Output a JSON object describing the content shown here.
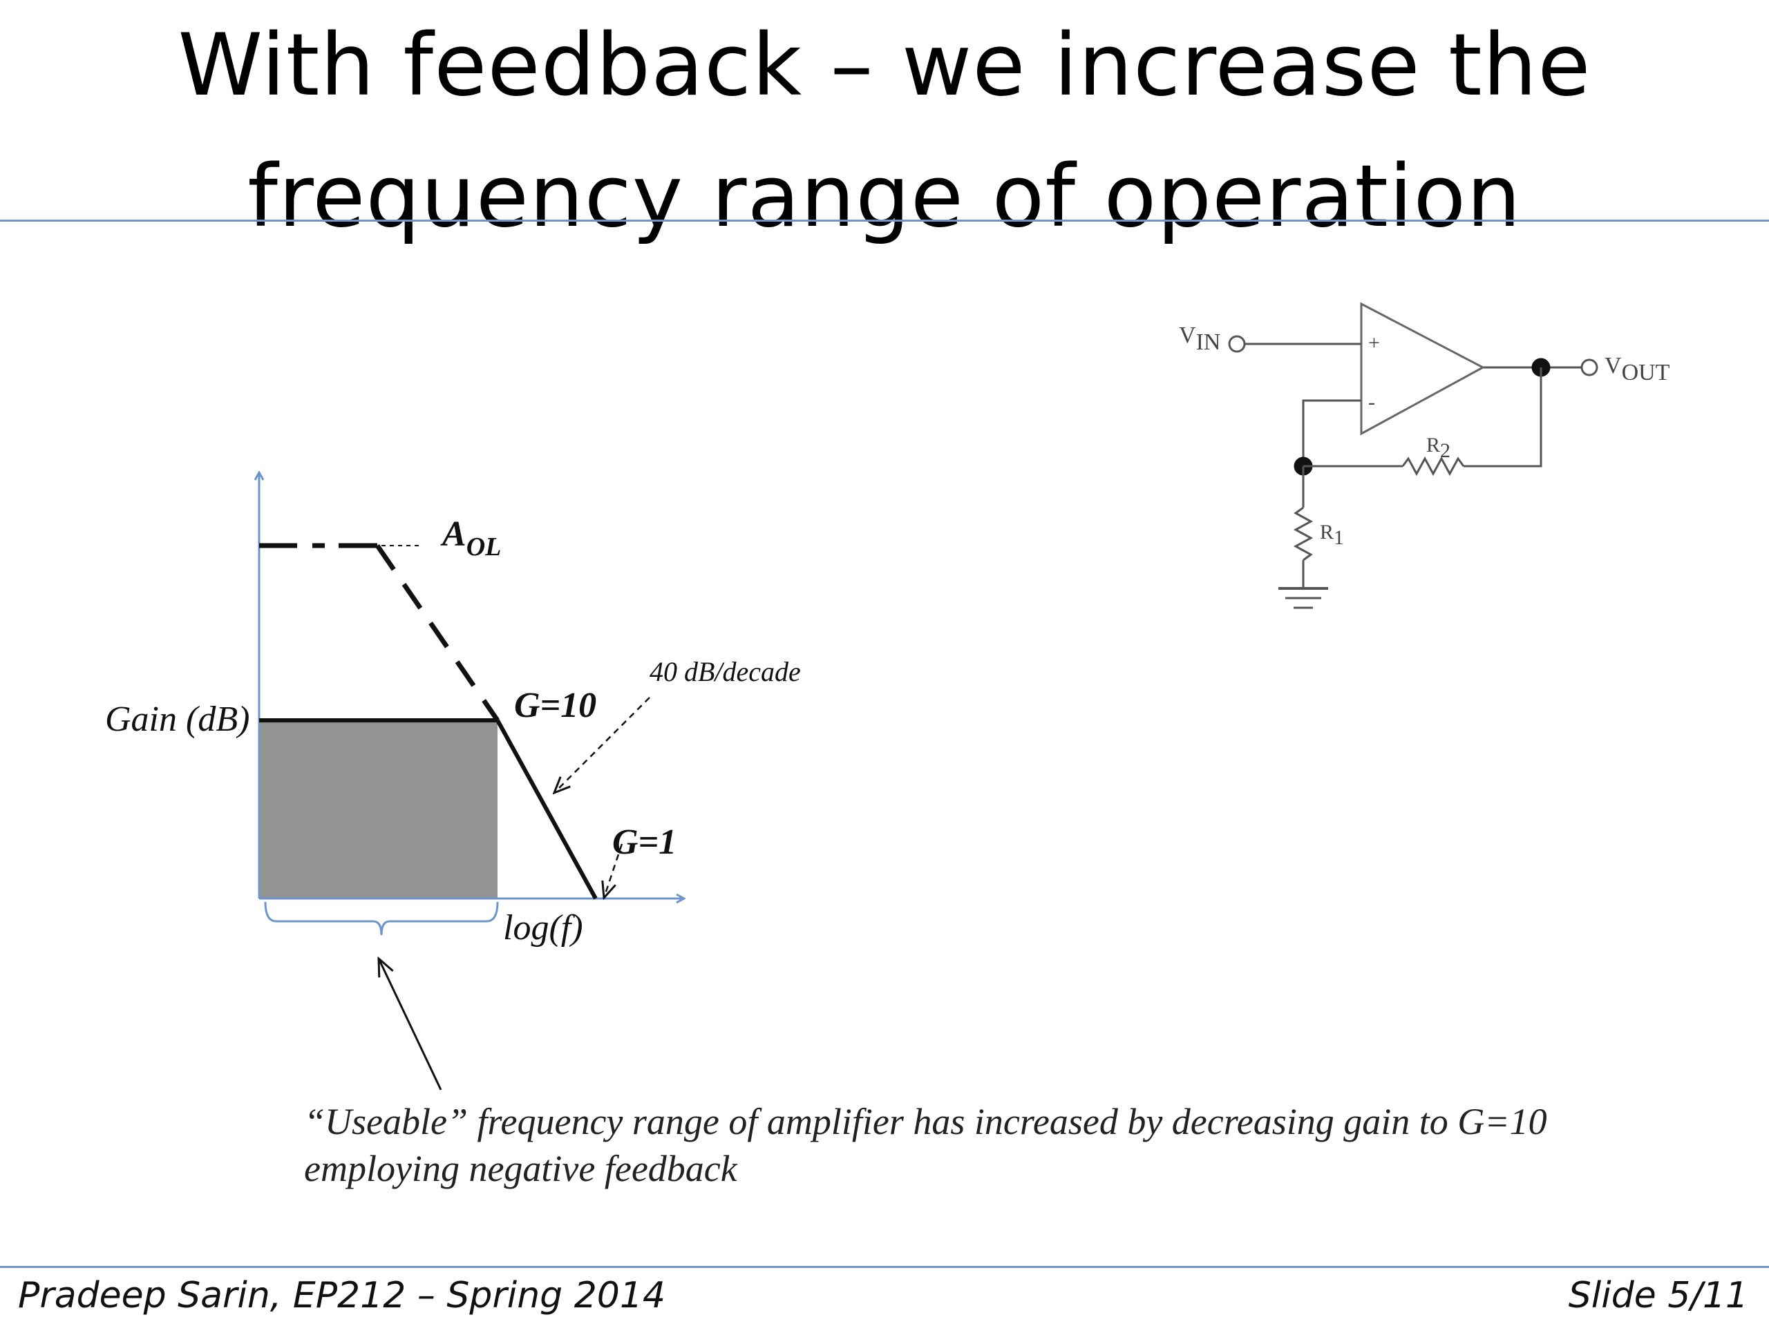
{
  "slide": {
    "title_line1": "With feedback – we increase the",
    "title_line2": "frequency range of operation",
    "footer_left": "Pradeep Sarin, EP212 – Spring 2014",
    "footer_right": "Slide 5/11",
    "accent_color": "#6e95cb"
  },
  "bode": {
    "aol_main": "A",
    "aol_sub": "OL",
    "gain_label": "Gain (dB)",
    "g10_label": "G=10",
    "g1_label": "G=1",
    "slope_label": "40 dB/decade",
    "x_label": "log(f)",
    "band_color": "#939393"
  },
  "circuit": {
    "vin_main": "V",
    "vin_sub": "IN",
    "vout_main": "V",
    "vout_sub": "OUT",
    "plus": "+",
    "minus": "-",
    "r1_main": "R",
    "r1_sub": "1",
    "r2_main": "R",
    "r2_sub": "2"
  },
  "caption": {
    "line1": "“Useable” frequency range of amplifier has increased by decreasing gain to G=10",
    "line2": "employing negative feedback"
  }
}
